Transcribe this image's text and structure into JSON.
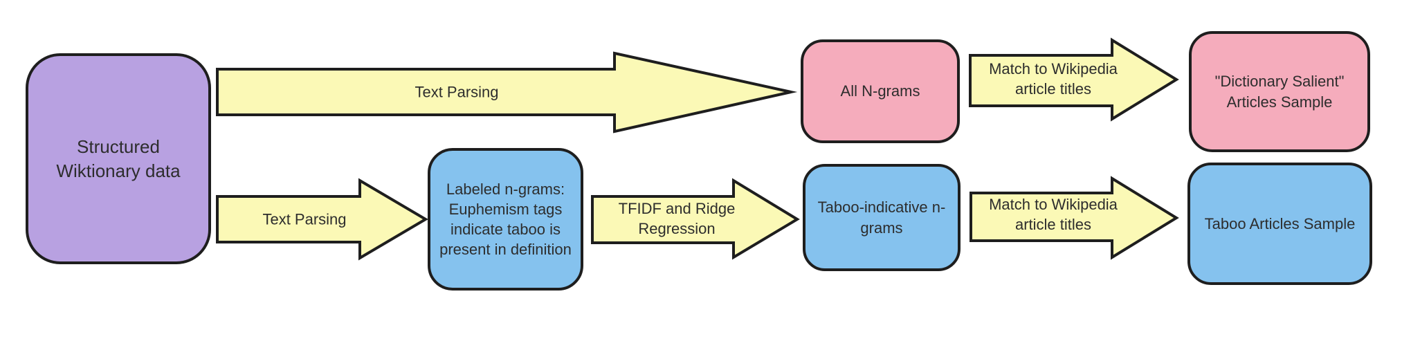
{
  "colors": {
    "background": "#ffffff",
    "purple": "#b8a1e1",
    "pink": "#f5acbc",
    "blue": "#85c2ee",
    "yellow": "#fbf9b6",
    "outline": "#1e1e1e",
    "text": "#2d2d2d"
  },
  "nodes": {
    "source": "Structured\nWiktionary data",
    "all_ngrams": "All N-grams",
    "dictionary_salient": "\"Dictionary Salient\"\nArticles Sample",
    "labeled_ngrams": "Labeled n-grams:\nEuphemism tags\nindicate taboo is\npresent in definition",
    "taboo_indicative": "Taboo-indicative n-\ngrams",
    "taboo_articles": "Taboo Articles Sample"
  },
  "arrows": {
    "text_parsing_top": "Text Parsing",
    "match_wikipedia_top": "Match to Wikipedia\narticle titles",
    "text_parsing_bottom": "Text Parsing",
    "tfidf_ridge": "TFIDF and Ridge\nRegression",
    "match_wikipedia_bottom": "Match to Wikipedia\narticle titles"
  }
}
